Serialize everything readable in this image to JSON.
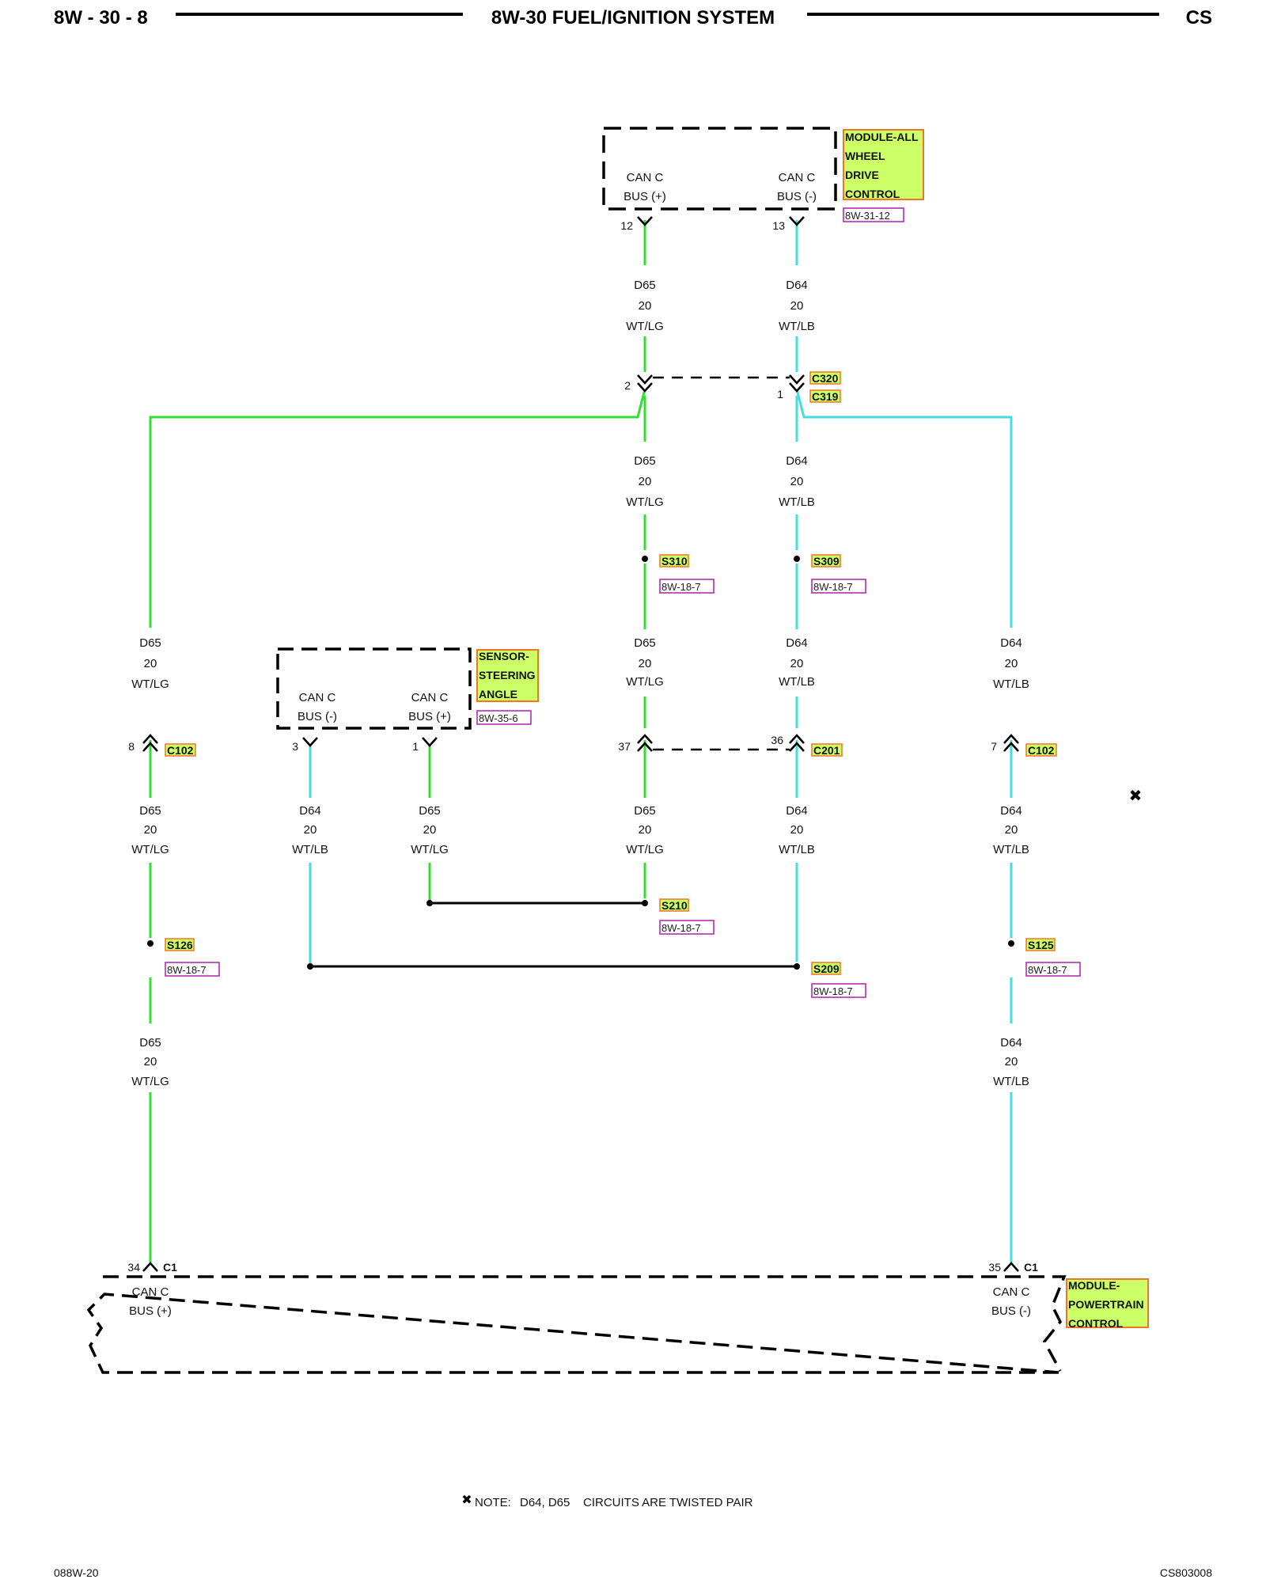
{
  "header": {
    "left": "8W - 30 - 8",
    "center": "8W-30 FUEL/IGNITION SYSTEM",
    "right": "CS"
  },
  "colors": {
    "wt_lg": "#33dd33",
    "wt_lb": "#44dddd",
    "label_fill": "#ccff66",
    "label_border": "#ee7722",
    "ref_border": "#aa22aa"
  },
  "modules": {
    "awd": {
      "name_lines": [
        "MODULE-ALL",
        "WHEEL",
        "DRIVE",
        "CONTROL"
      ],
      "ref": "8W-31-12",
      "pin_left": [
        "CAN C",
        "BUS (+)"
      ],
      "pin_right": [
        "CAN C",
        "BUS (-)"
      ],
      "pin_left_no": "12",
      "pin_right_no": "13"
    },
    "sas": {
      "name_lines": [
        "SENSOR-",
        "STEERING",
        "ANGLE"
      ],
      "ref": "8W-35-6",
      "pin_left": [
        "CAN C",
        "BUS (-)"
      ],
      "pin_right": [
        "CAN C",
        "BUS (+)"
      ],
      "pin_left_no": "3",
      "pin_right_no": "1"
    },
    "pcm": {
      "name_lines": [
        "MODULE-",
        "POWERTRAIN",
        "CONTROL"
      ],
      "pin_left": [
        "CAN C",
        "BUS (+)"
      ],
      "pin_right": [
        "CAN C",
        "BUS (-)"
      ],
      "pin_left_no": "34",
      "pin_right_no": "35",
      "connector": "C1"
    }
  },
  "wires": {
    "d65": {
      "circuit": "D65",
      "gauge": "20",
      "color": "WT/LG"
    },
    "d64": {
      "circuit": "D64",
      "gauge": "20",
      "color": "WT/LB"
    }
  },
  "connectors": {
    "c320": "C320",
    "c319": "C319",
    "c320_pin_left": "2",
    "c320_pin_right": "1",
    "c201": "C201",
    "c201_pin_left": "37",
    "c201_pin_right": "36",
    "c102": "C102",
    "c102_pin_left": "8",
    "c102_pin_right": "7"
  },
  "splices": {
    "s310": {
      "name": "S310",
      "ref": "8W-18-7"
    },
    "s309": {
      "name": "S309",
      "ref": "8W-18-7"
    },
    "s210": {
      "name": "S210",
      "ref": "8W-18-7"
    },
    "s209": {
      "name": "S209",
      "ref": "8W-18-7"
    },
    "s126": {
      "name": "S126",
      "ref": "8W-18-7"
    },
    "s125": {
      "name": "S125",
      "ref": "8W-18-7"
    }
  },
  "note": {
    "prefix": "NOTE:",
    "circuits": "D64, D65",
    "text": "CIRCUITS ARE TWISTED PAIR"
  },
  "footer": {
    "left": "088W-20",
    "right": "CS803008"
  }
}
